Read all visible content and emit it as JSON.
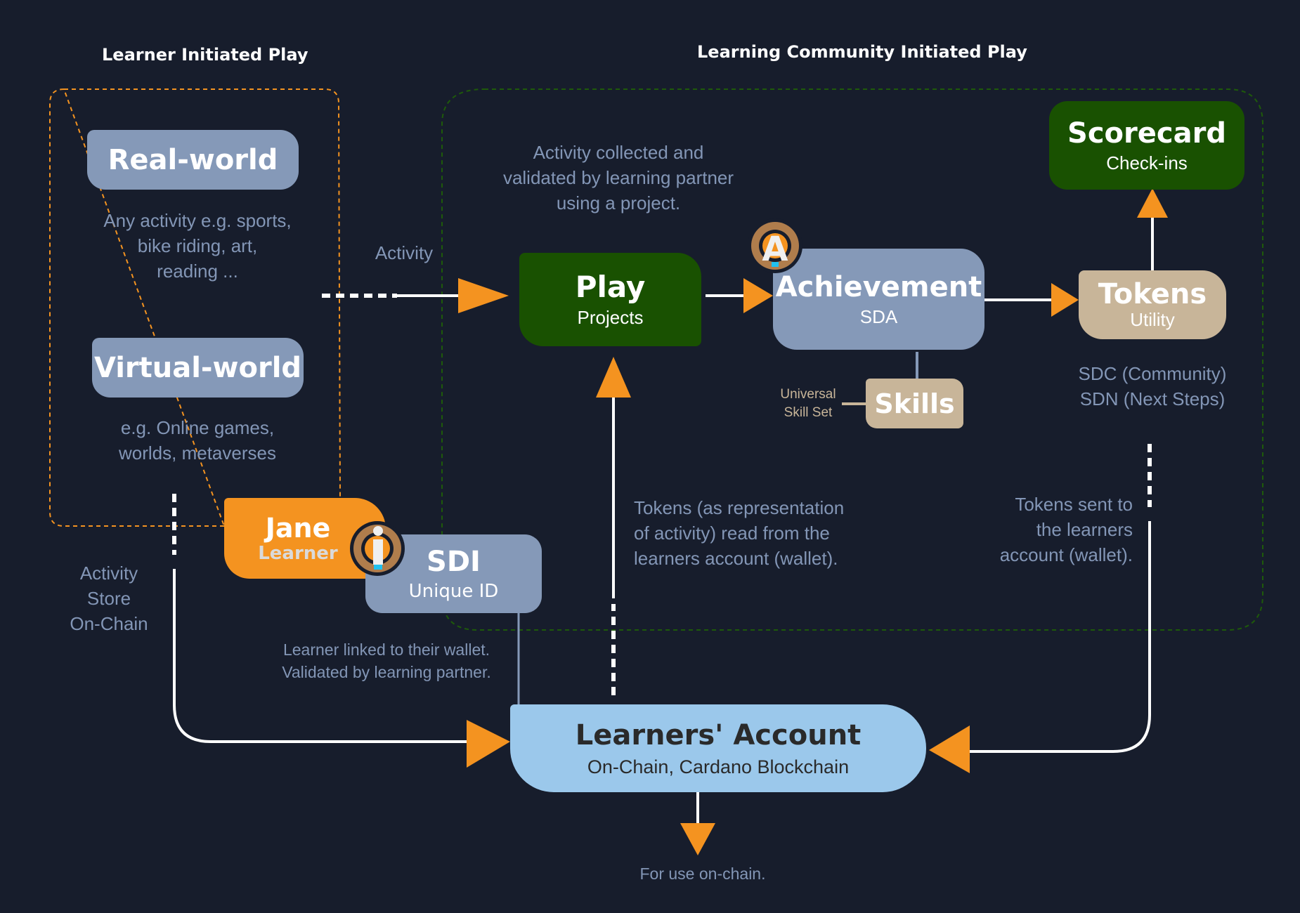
{
  "sections": {
    "learner": {
      "title": "Learner Initiated Play"
    },
    "community": {
      "title": "Learning Community Initiated Play"
    }
  },
  "nodes": {
    "real_world": {
      "title": "Real-world"
    },
    "virtual_world": {
      "title": "Virtual-world"
    },
    "play": {
      "title": "Play",
      "subtitle": "Projects"
    },
    "achievement": {
      "title": "Achievement",
      "subtitle": "SDA"
    },
    "tokens": {
      "title": "Tokens",
      "subtitle": "Utility"
    },
    "scorecard": {
      "title": "Scorecard",
      "subtitle": "Check-ins"
    },
    "skills": {
      "title": "Skills"
    },
    "jane": {
      "title": "Jane",
      "subtitle": "Learner"
    },
    "sdi": {
      "title": "SDI",
      "subtitle": "Unique ID"
    },
    "account": {
      "title": "Learners' Account",
      "subtitle": "On-Chain, Cardano Blockchain"
    }
  },
  "badges": {
    "achievement": {
      "icon": "achievement-a-icon",
      "glyph": "A"
    },
    "identity": {
      "icon": "info-i-icon",
      "glyph": "i"
    }
  },
  "notes": {
    "real_world_desc": [
      "Any activity e.g. sports,",
      "bike riding, art,",
      "reading ..."
    ],
    "virtual_world_desc": [
      "e.g. Online games,",
      "worlds, metaverses"
    ],
    "activity_label": "Activity",
    "play_desc": [
      "Activity collected and",
      "validated by learning partner",
      "using a project."
    ],
    "universal_skill": [
      "Universal",
      "Skill Set"
    ],
    "token_types": [
      "SDC (Community)",
      "SDN (Next Steps)"
    ],
    "activity_store": [
      "Activity",
      "Store",
      "On-Chain"
    ],
    "sdi_desc": [
      "Learner linked to their wallet.",
      "Validated by learning partner."
    ],
    "tokens_read": [
      "Tokens (as representation",
      "of activity) read from the",
      "learners account (wallet)."
    ],
    "tokens_sent": [
      "Tokens sent to",
      "the learners",
      "account (wallet)."
    ],
    "for_use": "For use on-chain."
  },
  "colors": {
    "background": "#171d2c",
    "slate": "#8599b8",
    "green": "#195101",
    "tan": "#c8b599",
    "orange": "#f49320",
    "sky": "#9bc8eb",
    "note_text": "#8396b6"
  }
}
